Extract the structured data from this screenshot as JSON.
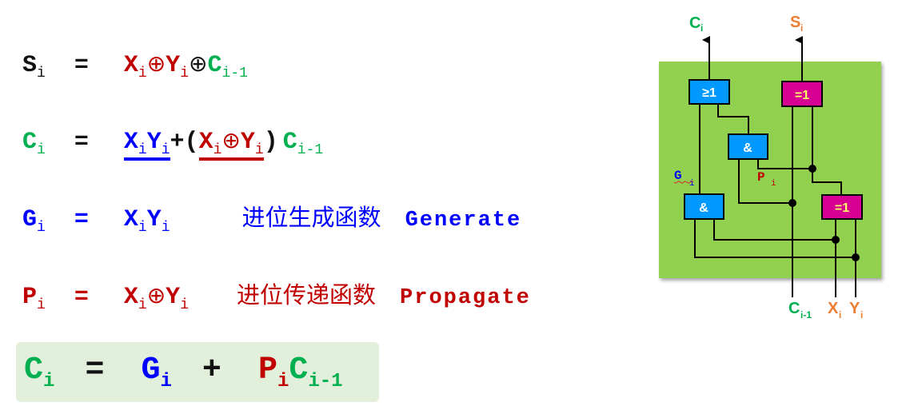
{
  "equations": {
    "sum": {
      "lhs": "S",
      "lhs_sub": "i",
      "eq": "=",
      "t1": "X",
      "t1_sub": "i",
      "op1": "⊕",
      "t2": "Y",
      "t2_sub": "i",
      "op2": "⊕",
      "t3": "C",
      "t3_sub": "i-1"
    },
    "carry": {
      "lhs": "C",
      "lhs_sub": "i",
      "eq": "=",
      "g1": "X",
      "g1_sub": "i",
      "g2": "Y",
      "g2_sub": "i",
      "plus": "+",
      "lparen": "(",
      "p1": "X",
      "p1_sub": "i",
      "xor": "⊕",
      "p2": "Y",
      "p2_sub": "i",
      "rparen": ")",
      "c": "C",
      "c_sub": "i-1"
    },
    "generate": {
      "lhs": "G",
      "lhs_sub": "i",
      "eq": "=",
      "t1": "X",
      "t1_sub": "i",
      "t2": "Y",
      "t2_sub": "i",
      "cn_label": "进位生成函数",
      "en_label": "Generate"
    },
    "propagate": {
      "lhs": "P",
      "lhs_sub": "i",
      "eq": "=",
      "t1": "X",
      "t1_sub": "i",
      "xor": "⊕",
      "t2": "Y",
      "t2_sub": "i",
      "cn_label": "进位传递函数",
      "en_label": "Propagate"
    },
    "result": {
      "lhs": "C",
      "lhs_sub": "i",
      "eq": "=",
      "g": "G",
      "g_sub": "i",
      "plus": "+",
      "p": "P",
      "p_sub": "i",
      "c": "C",
      "c_sub": "i-1"
    }
  },
  "circuit": {
    "outputs": {
      "carry": {
        "label": "C",
        "sub": "i"
      },
      "sum": {
        "label": "S",
        "sub": "i"
      }
    },
    "inputs": {
      "carry_in": {
        "label": "C",
        "sub": "i-1"
      },
      "x": {
        "label": "X",
        "sub": "i"
      },
      "y": {
        "label": "Y",
        "sub": "i"
      }
    },
    "gates": {
      "or_gate": "≥1",
      "xor_sum": "=1",
      "and_mid": "&",
      "and_bottom": "&",
      "xor_bottom": "=1"
    },
    "signal_labels": {
      "g": {
        "label": "G",
        "sub": "i"
      },
      "p": {
        "label": "P",
        "sub": "i"
      }
    }
  },
  "colors": {
    "red": "#c00000",
    "green": "#00b050",
    "blue": "#0000ff",
    "panel_green": "#92d050",
    "gate_blue": "#0099ff",
    "gate_magenta": "#d60093",
    "orange": "#ed7d31",
    "result_bg": "#e2efda"
  }
}
